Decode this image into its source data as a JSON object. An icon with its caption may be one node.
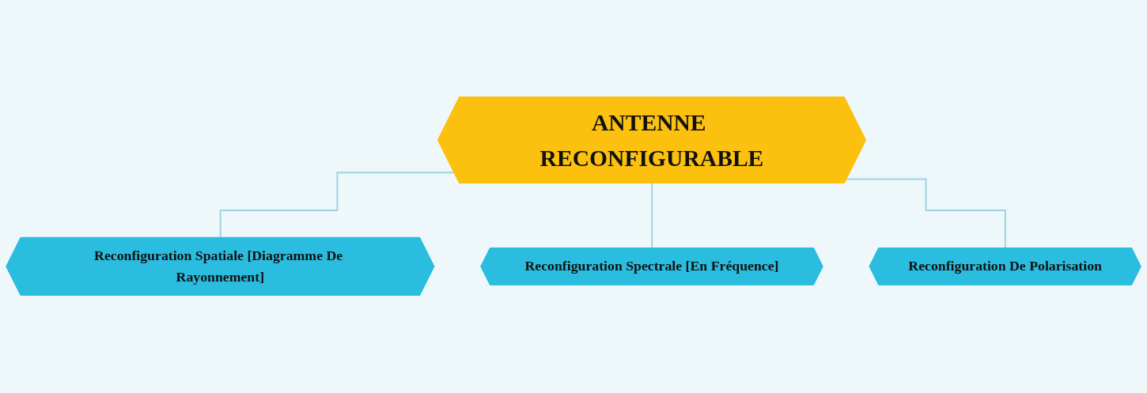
{
  "diagram": {
    "nodes": [
      {
        "text": [
          "ANTENNE RECONFIGURABLE"
        ]
      },
      {
        "text": [
          "Reconfiguration Spatiale [Diagramme De Rayonnement]"
        ]
      },
      {
        "text": [
          "Reconfiguration Spectrale [En Fréquence]"
        ]
      },
      {
        "text": [
          "Reconfiguration De Polarisation"
        ]
      }
    ],
    "edges": [
      {
        "from": 0,
        "to": 1,
        "arrow": "none"
      },
      {
        "from": 0,
        "to": 2,
        "arrow": "none"
      },
      {
        "from": 0,
        "to": 3,
        "arrow": "none"
      }
    ]
  }
}
